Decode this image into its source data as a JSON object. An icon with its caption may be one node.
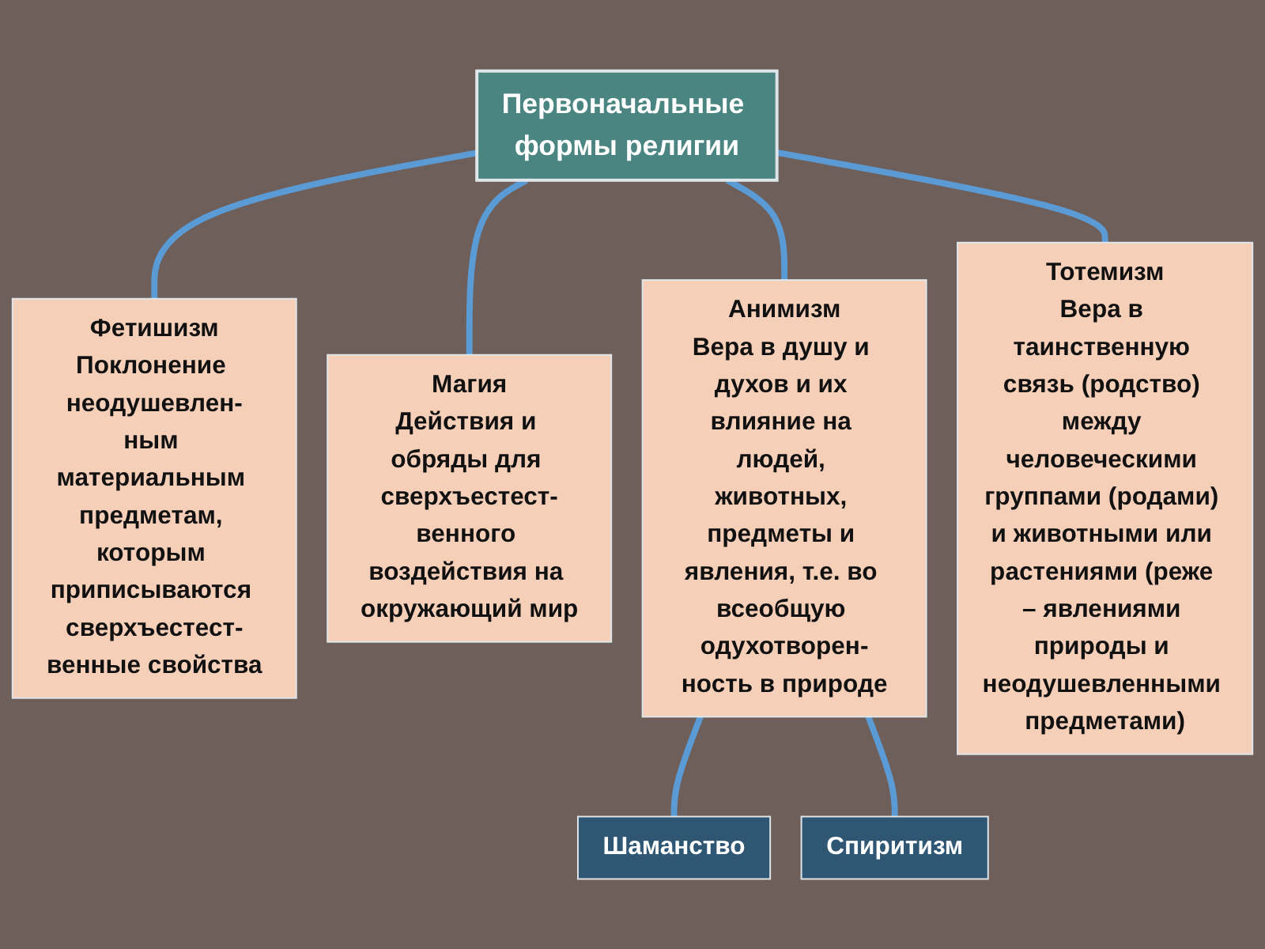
{
  "diagram": {
    "nodes": [
      {
        "text": [
          "Первоначальные формы религии"
        ]
      },
      {
        "text": [
          "Фетишизм",
          "Поклонение неодушевлен-ным материальным предметам, которым приписываются сверхъестест-венные свойства"
        ]
      },
      {
        "text": [
          "Магия",
          "Действия и обряды для сверхъестест-венного воздействия на окружающий мир"
        ]
      },
      {
        "text": [
          "Анимизм",
          "Вера в душу и духов и их влияние на людей, животных, предметы и явления, т.е. во всеобщую одухотворен-ность в природе"
        ]
      },
      {
        "text": [
          "Тотемизм",
          "Вера в таинственную связь (родство) между человеческими группами (родами) и животными или растениями (реже – явлениями природы и неодушевленными предметами)"
        ]
      },
      {
        "text": [
          "Шаманство"
        ]
      },
      {
        "text": [
          "Спиритизм"
        ]
      }
    ],
    "edges": [
      {
        "from": 0,
        "to": 1,
        "arrow": "none"
      },
      {
        "from": 0,
        "to": 2,
        "arrow": "none"
      },
      {
        "from": 0,
        "to": 3,
        "arrow": "none"
      },
      {
        "from": 0,
        "to": 4,
        "arrow": "none"
      },
      {
        "from": 3,
        "to": 5,
        "arrow": "none"
      },
      {
        "from": 3,
        "to": 6,
        "arrow": "none"
      }
    ]
  }
}
